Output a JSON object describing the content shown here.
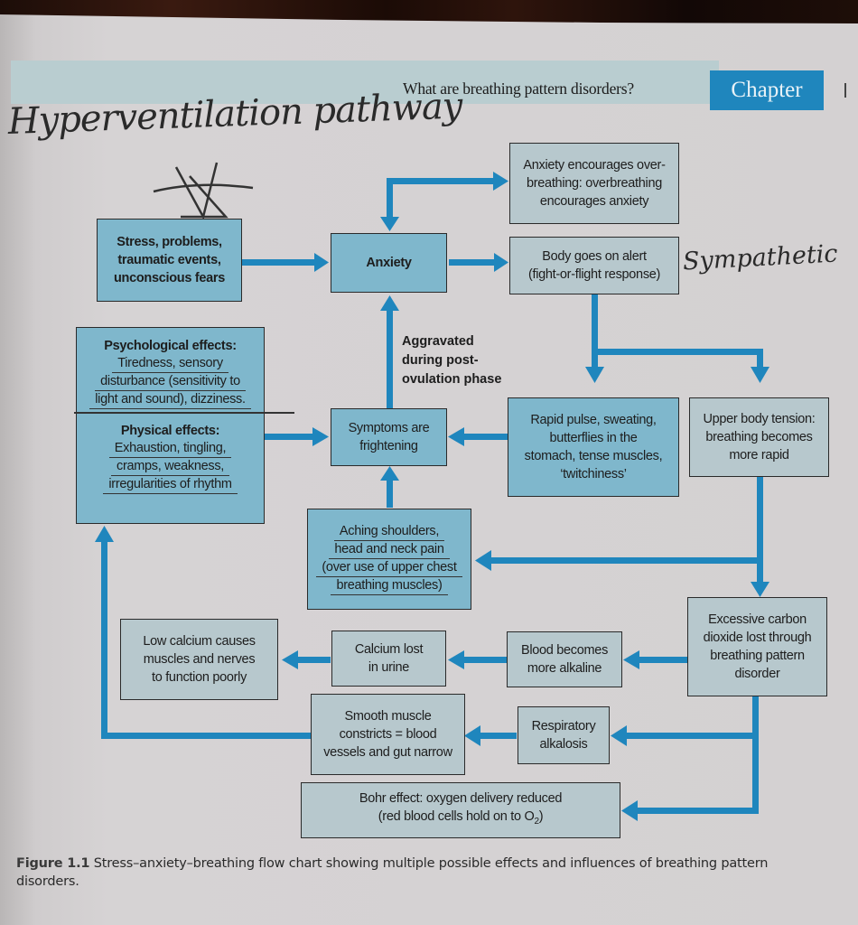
{
  "header": {
    "title": "What are breathing pattern disorders?",
    "chapter_label": "Chapter"
  },
  "annotations": {
    "handwritten_title": "Hyperventilation pathway",
    "handwritten_side_note": "Sympathetic",
    "aggravated_note": [
      "Aggravated",
      "during post-",
      "ovulation phase"
    ]
  },
  "flowchart": {
    "nodes": {
      "stress": [
        "Stress, problems,",
        "traumatic events,",
        "unconscious fears"
      ],
      "anxiety": [
        "Anxiety"
      ],
      "overbreathing": [
        "Anxiety encourages over-",
        "breathing: overbreathing",
        "encourages anxiety"
      ],
      "alert": [
        "Body goes on alert",
        "(fight-or-flight response)"
      ],
      "effects": {
        "psych_heading": "Psychological effects:",
        "psych_lines": [
          "Tiredness, sensory",
          "disturbance (sensitivity to",
          "light and sound), dizziness."
        ],
        "phys_heading": "Physical effects:",
        "phys_lines": [
          "Exhaustion, tingling,",
          "cramps, weakness,",
          "irregularities of rhythm"
        ]
      },
      "frightening": [
        "Symptoms are",
        "frightening"
      ],
      "rapid_pulse": [
        "Rapid pulse, sweating,",
        "butterflies in the",
        "stomach, tense muscles,",
        "‘twitchiness’"
      ],
      "upper_body": [
        "Upper body tension:",
        "breathing becomes",
        "more rapid"
      ],
      "aching": [
        "Aching shoulders,",
        "head and neck pain",
        "(over use of upper chest",
        "breathing muscles)"
      ],
      "co2": [
        "Excessive carbon",
        "dioxide lost through",
        "breathing pattern",
        "disorder"
      ],
      "alkaline": [
        "Blood becomes",
        "more alkaline"
      ],
      "calcium_urine": [
        "Calcium lost",
        "in urine"
      ],
      "low_calcium": [
        "Low calcium causes",
        "muscles and nerves",
        "to function poorly"
      ],
      "resp_alkalosis": [
        "Respiratory",
        "alkalosis"
      ],
      "smooth_muscle": [
        "Smooth muscle",
        "constricts = blood",
        "vessels and gut narrow"
      ],
      "bohr": [
        "Bohr effect: oxygen delivery reduced",
        "(red blood cells hold on to O",
        "2",
        ")"
      ]
    }
  },
  "caption": {
    "figure_label": "Figure 1.1",
    "text": "Stress–anxiety–breathing flow chart showing multiple possible effects and influences of breathing pattern disorders."
  },
  "colors": {
    "arrow": "#1f86bd",
    "box_blue": "#7fb7cc",
    "box_grey": "#b7c8cd",
    "chapter_tab": "#1f86bd",
    "header_band": "#b9cdd0"
  }
}
